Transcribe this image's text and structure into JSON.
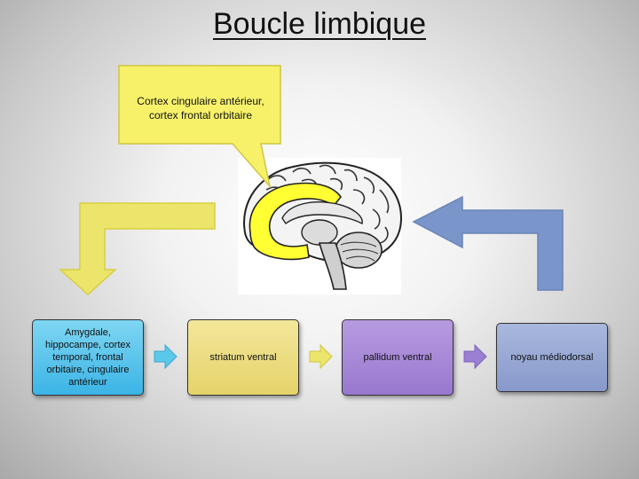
{
  "title": "Boucle limbique",
  "callout": {
    "text": "Cortex cingulaire antérieur, cortex frontal orbitaire"
  },
  "nodes": [
    {
      "label": "Amygdale, hippocampe, cortex temporal, frontal orbitaire, cingulaire antérieur"
    },
    {
      "label": "striatum ventral"
    },
    {
      "label": "pallidum ventral"
    },
    {
      "label": "noyau médiodorsal"
    }
  ],
  "colors": {
    "callout": "#f7f16a",
    "highlight_yellow": "#ffff33",
    "node_1": "#3bb4e6",
    "node_2": "#e5d36a",
    "node_3": "#9878cf",
    "node_4": "#8799cb",
    "arrow_blue": "#7a95c9",
    "arrow_cyan": "#5bc8ea",
    "arrow_yellow": "#ece56c",
    "arrow_purple": "#9a7fd3"
  }
}
